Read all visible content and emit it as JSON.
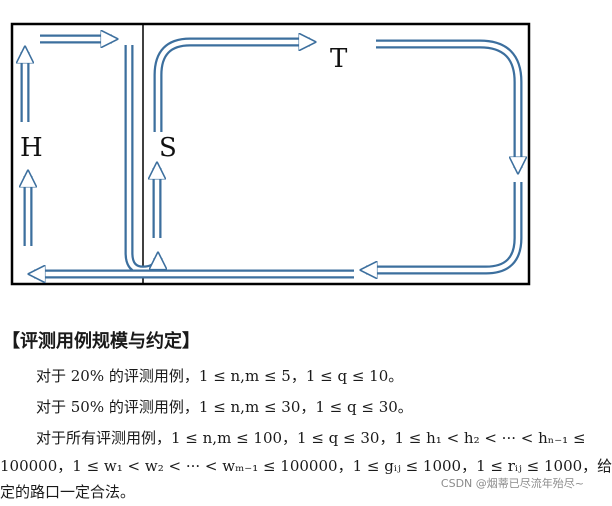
{
  "diagram": {
    "labels": {
      "h": "H",
      "s": "S",
      "t": "T"
    }
  },
  "section": {
    "title": "【评测用例规模与约定】",
    "lines": [
      "对于 20% 的评测用例，1 ≤ n,m ≤ 5，1 ≤ q ≤ 10。",
      "对于 50% 的评测用例，1 ≤ n,m ≤ 30，1 ≤ q ≤ 30。",
      "对于所有评测用例，1 ≤ n,m ≤ 100，1 ≤ q ≤ 30，1 ≤ h₁ < h₂ < ··· < hₙ₋₁ ≤",
      "100000，1 ≤ w₁ < w₂ < ··· < wₘ₋₁ ≤ 100000，1 ≤ gᵢⱼ ≤ 1000，1 ≤ rᵢⱼ ≤ 1000，给",
      "定的路口一定合法。"
    ]
  },
  "watermark": "CSDN @烟蒂已尽流年殆尽~"
}
